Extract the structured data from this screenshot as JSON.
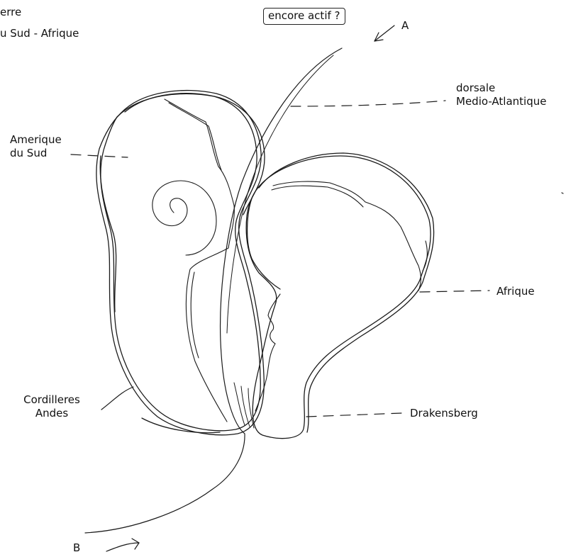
{
  "labels": {
    "top_left_line1": "erre",
    "top_left_line2": "u Sud - Afrique",
    "question": "encore actif ?",
    "point_a": "A",
    "point_b": "B",
    "ridge_line1": "dorsale",
    "ridge_line2": "Medio-Atlantique",
    "south_america_line1": "Amerique",
    "south_america_line2": "du Sud",
    "africa": "Afrique",
    "andes_line1": "Cordilleres",
    "andes_line2": "Andes",
    "drakensberg": "Drakensberg"
  }
}
